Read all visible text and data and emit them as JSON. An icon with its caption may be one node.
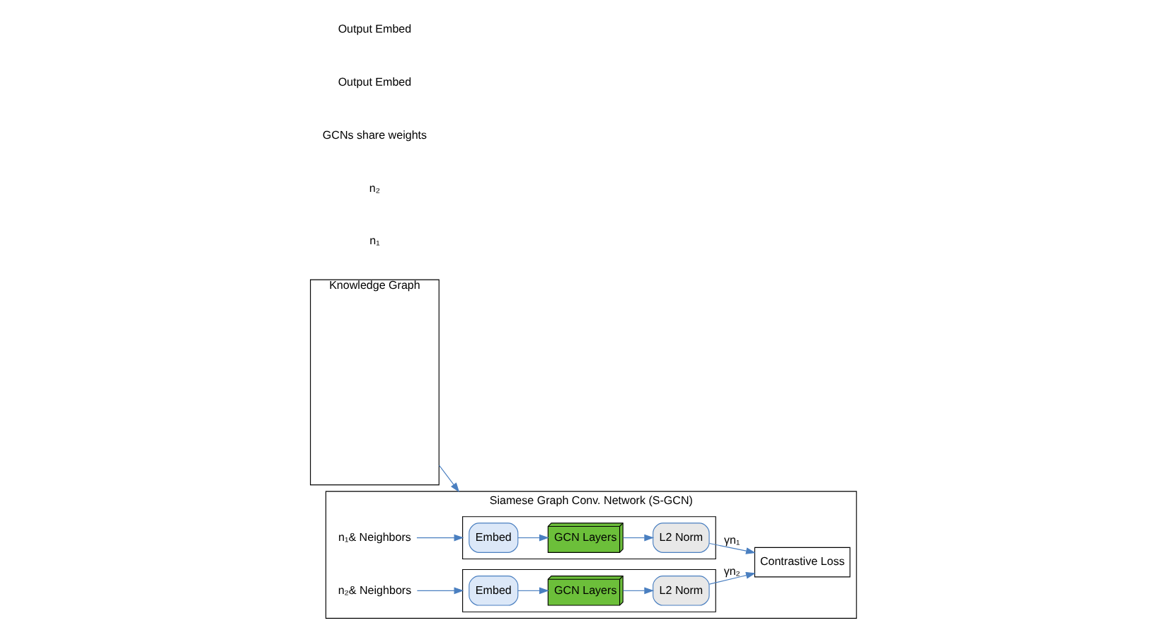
{
  "diagram": {
    "nodes": [
      {
        "text": [
          "Knowledge Graph"
        ]
      },
      {
        "text": [
          "Siamese Graph Conv. Network (S-GCN)"
        ]
      },
      {
        "text": [],
        "shape": "box",
        "in": 1
      },
      {
        "text": [
          "Embed"
        ],
        "in": 2
      },
      {
        "text": [
          "GCN Layers"
        ],
        "in": 2
      },
      {
        "text": [
          "L2 Norm"
        ],
        "in": 2
      },
      {
        "text": [],
        "shape": "box",
        "in": 1
      },
      {
        "text": [
          "Embed"
        ],
        "in": 6
      },
      {
        "text": [
          "GCN Layers"
        ],
        "in": 6
      },
      {
        "text": [
          "L2 Norm"
        ],
        "in": 6
      },
      {
        "text": [
          "n₁& Neighbors"
        ],
        "in": 1
      },
      {
        "text": [
          "n₂& Neighbors"
        ],
        "in": 1
      },
      {
        "text": [
          "Contrastive Loss"
        ],
        "in": 1
      }
    ],
    "edges": [
      {
        "from": 0,
        "to": 1,
        "arrow": "to"
      },
      {
        "from": 10,
        "to": 2,
        "arrow": "to"
      },
      {
        "from": 11,
        "to": 6,
        "arrow": "to"
      },
      {
        "from": 3,
        "to": 4,
        "arrow": "to"
      },
      {
        "from": 4,
        "to": 5,
        "arrow": "to"
      },
      {
        "from": 7,
        "to": 8,
        "arrow": "to"
      },
      {
        "from": 8,
        "to": 9,
        "arrow": "to"
      },
      {
        "from": 5,
        "to": 12,
        "arrow": "to",
        "label": "γn₁"
      },
      {
        "from": 9,
        "to": 12,
        "arrow": "to",
        "label": "γn₂"
      }
    ],
    "labels": [
      "n₁",
      "n₂",
      "GCNs share weights",
      "Output Embed",
      "Output Embed"
    ]
  }
}
